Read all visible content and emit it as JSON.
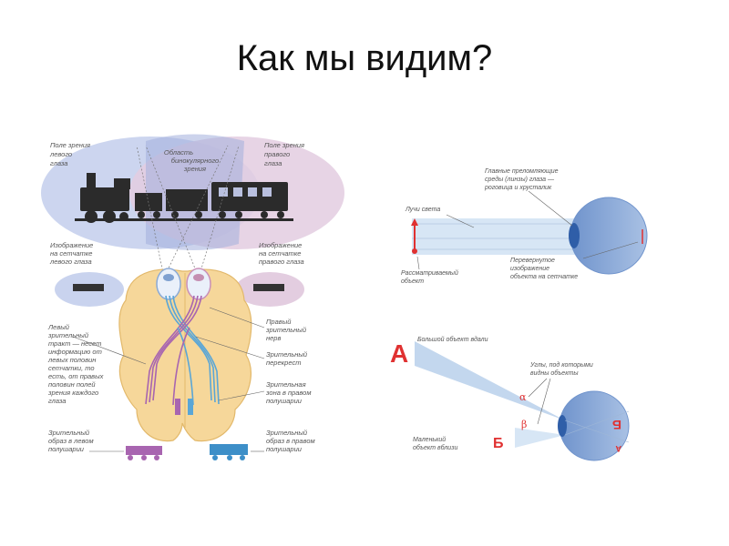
{
  "title": "Как мы видим?",
  "left_diagram": {
    "field_left": [
      "Поле зрения",
      "левого",
      "глаза"
    ],
    "binocular": [
      "Область",
      "бинокулярного",
      "зрения"
    ],
    "field_right": [
      "Поле зрения",
      "правого",
      "глаза"
    ],
    "retina_left": [
      "Изображение",
      "на сетчатке",
      "левого глаза"
    ],
    "retina_right": [
      "Изображение",
      "на сетчатке",
      "правого глаза"
    ],
    "left_tract": [
      "Левый",
      "зрительный",
      "тракт — несет",
      "информацию от",
      "левых половин",
      "сетчатки, то",
      "есть, от правых",
      "половин полей",
      "зрения каждого",
      "глаза"
    ],
    "right_nerve": [
      "Правый",
      "зрительный",
      "нерв"
    ],
    "chiasm": [
      "Зрительный",
      "перекрест"
    ],
    "visual_zone": [
      "Зрительная",
      "зона в правом",
      "полушарии"
    ],
    "image_left_hemi": [
      "Зрительный",
      "образ в левом",
      "полушарии"
    ],
    "image_right_hemi": [
      "Зрительный",
      "образ в правом",
      "полушарии"
    ]
  },
  "top_right_diagram": {
    "lenses": [
      "Главные преломляющие",
      "среды (линзы) глаза —",
      "роговица и хрусталик"
    ],
    "rays": "Лучи света",
    "object": [
      "Рассматриваемый",
      "объект"
    ],
    "inverted": [
      "Перевернутое",
      "изображение",
      "объекта на сетчатке"
    ]
  },
  "bottom_right_diagram": {
    "letter_big": "А",
    "letter_small": "Б",
    "big_far": "Большой объект вдали",
    "angles": [
      "Углы, под которыми",
      "видны объекты"
    ],
    "small_near": [
      "Маленький",
      "объект вблизи"
    ],
    "alpha": "α",
    "beta": "β",
    "inv_big": "Б",
    "inv_small": "А"
  },
  "colors": {
    "field_left": "#c9d3ee",
    "field_right": "#e3cde0",
    "brain": "#f6d79a",
    "brain_edge": "#e2b86a",
    "eye": "#8aa9d6",
    "ray": "#cfe0f2",
    "red": "#e03131"
  }
}
